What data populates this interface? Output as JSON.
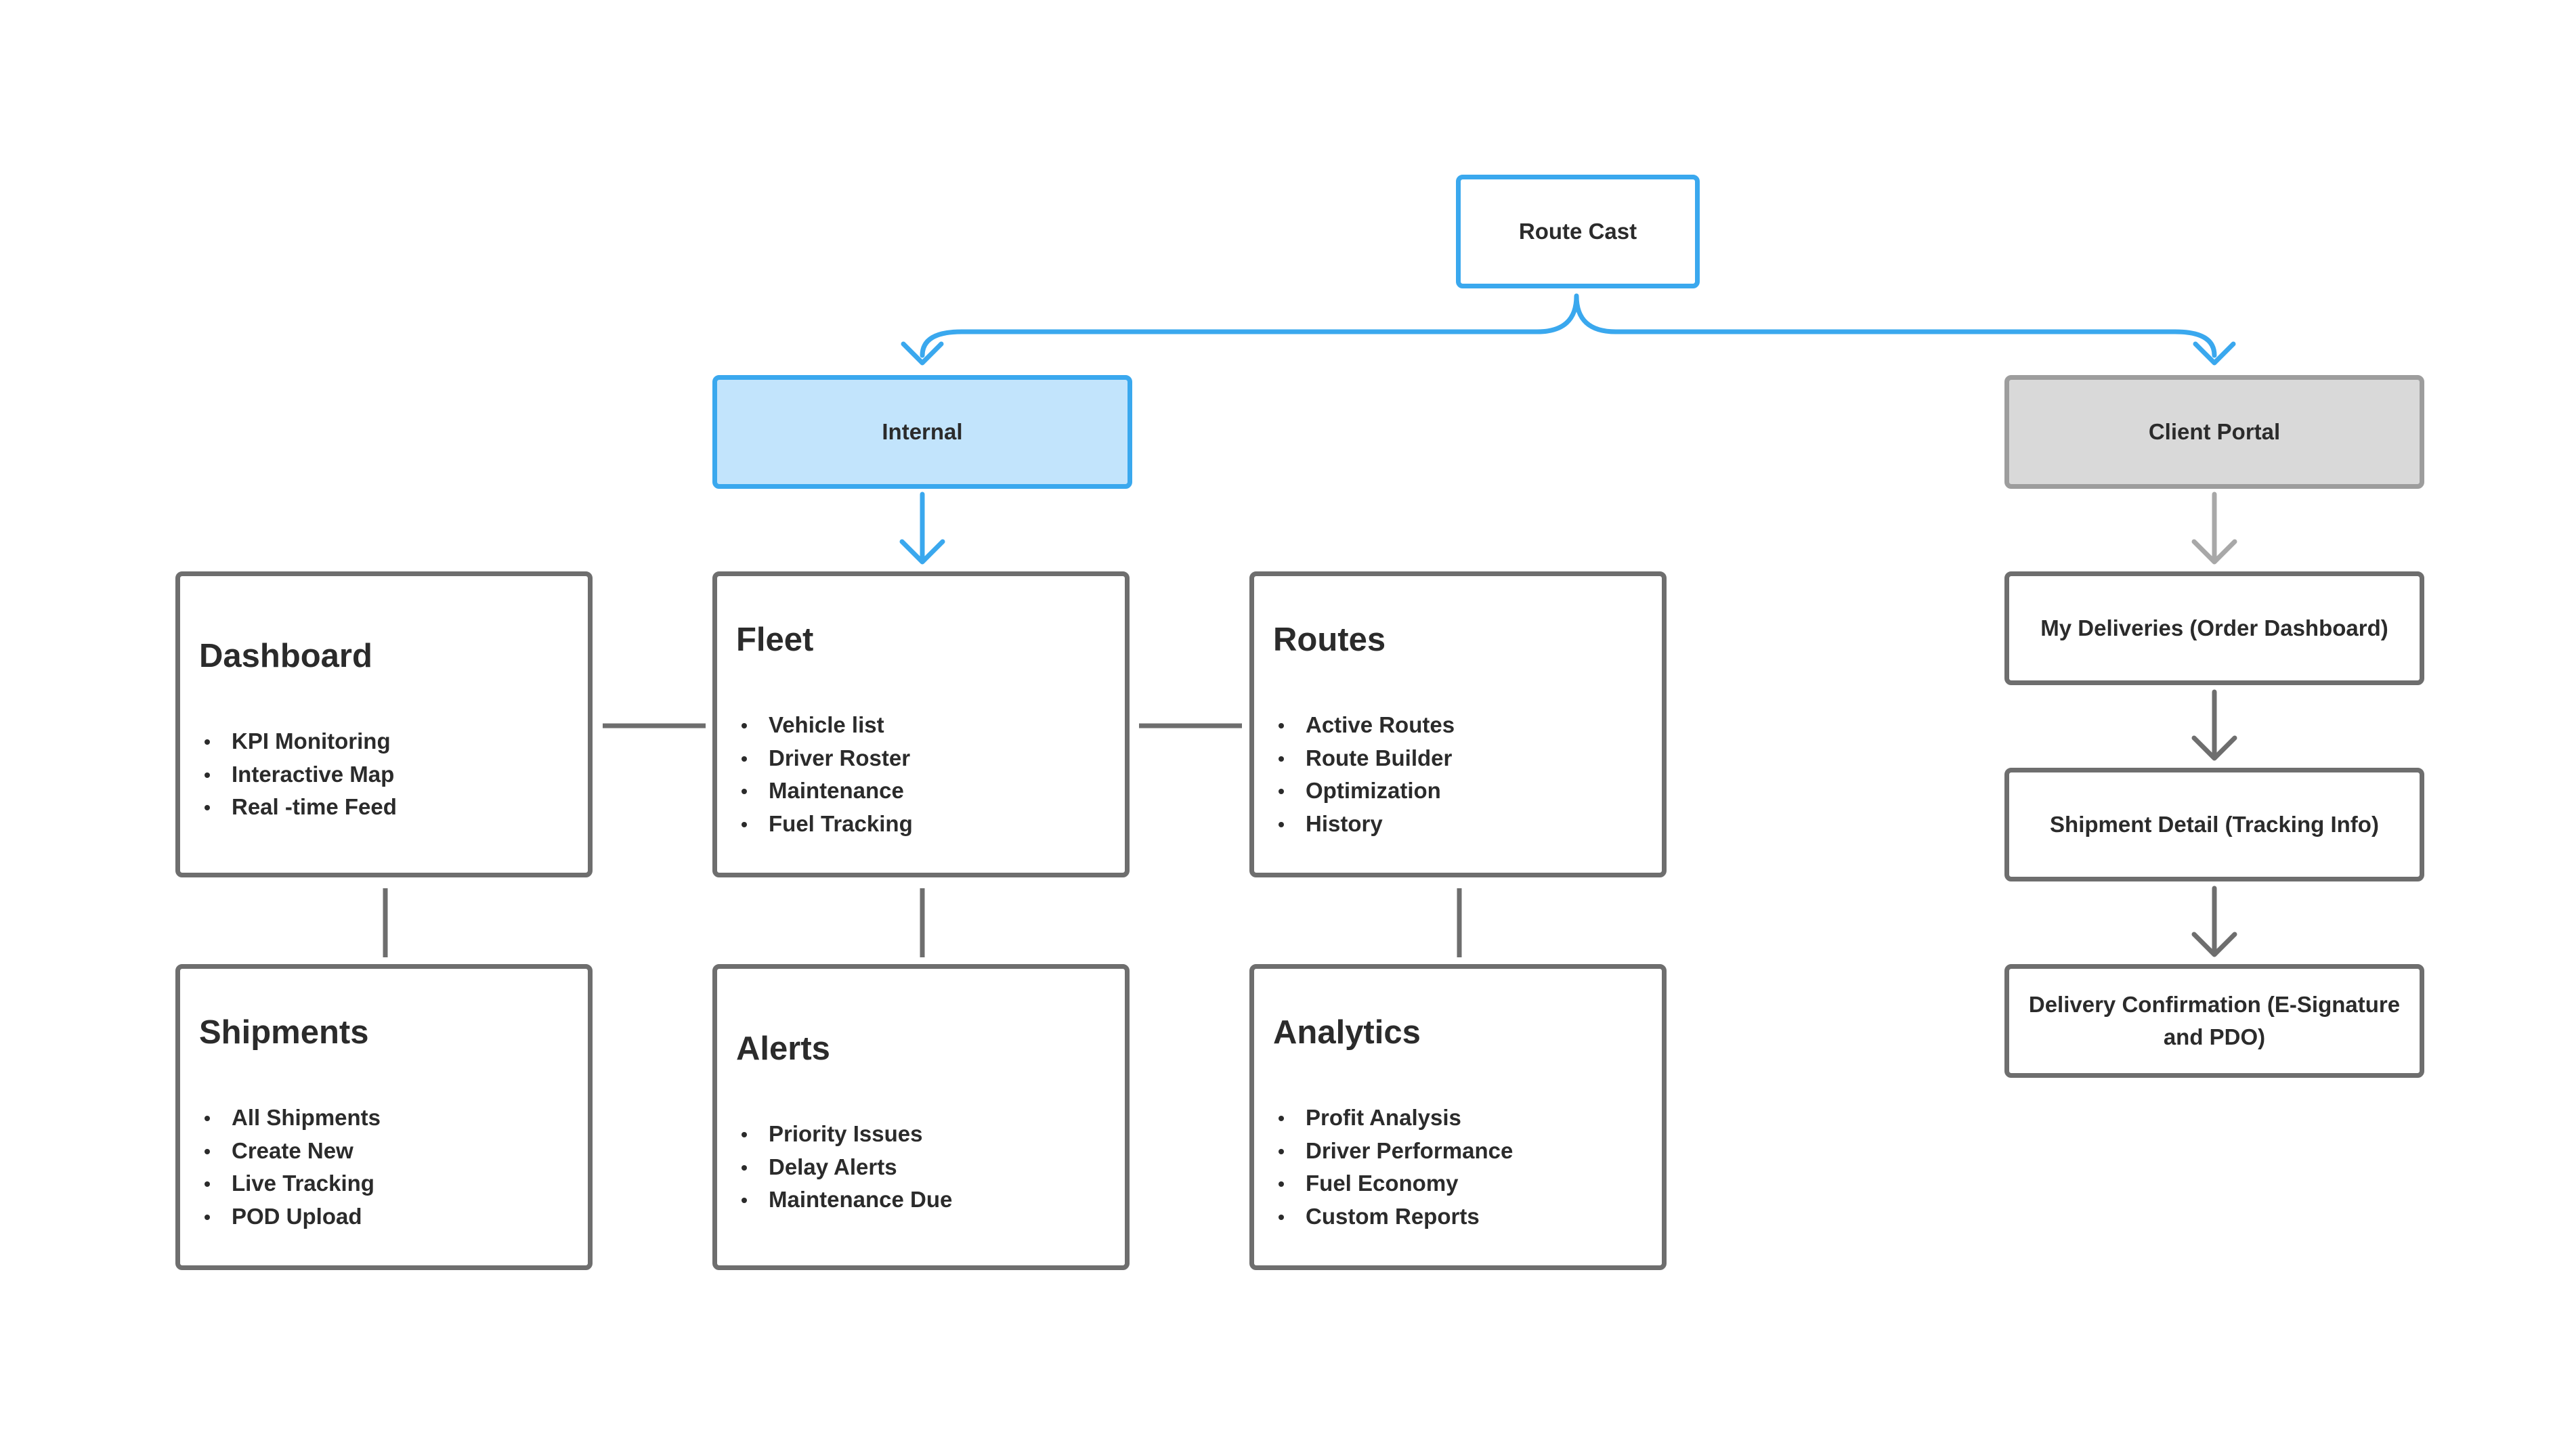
{
  "root": {
    "label": "Route Cast"
  },
  "branches": {
    "internal": {
      "label": "Internal"
    },
    "client": {
      "label": "Client Portal"
    }
  },
  "internal_cards": [
    {
      "title": "Dashboard",
      "items": [
        "KPI Monitoring",
        "Interactive Map",
        "Real -time Feed"
      ]
    },
    {
      "title": "Fleet",
      "items": [
        "Vehicle list",
        "Driver Roster",
        "Maintenance",
        "Fuel Tracking"
      ]
    },
    {
      "title": "Routes",
      "items": [
        "Active Routes",
        "Route Builder",
        "Optimization",
        "History"
      ]
    },
    {
      "title": "Shipments",
      "items": [
        "All Shipments",
        "Create New",
        "Live Tracking",
        "POD Upload"
      ]
    },
    {
      "title": "Alerts",
      "items": [
        "Priority Issues",
        "Delay Alerts",
        "Maintenance Due"
      ]
    },
    {
      "title": "Analytics",
      "items": [
        "Profit Analysis",
        "Driver Performance",
        "Fuel Economy",
        "Custom Reports"
      ]
    }
  ],
  "client_steps": [
    {
      "label": "My Deliveries (Order Dashboard)"
    },
    {
      "label": "Shipment Detail (Tracking Info)"
    },
    {
      "label": "Delivery Confirmation (E-Signature and PDO)"
    }
  ],
  "colors": {
    "accent_blue": "#3aa8ee",
    "internal_fill": "#c2e4fc",
    "client_fill": "#d9d9d9",
    "card_border": "#6e6e6e",
    "light_gray_arrow": "#a8a8a8"
  }
}
